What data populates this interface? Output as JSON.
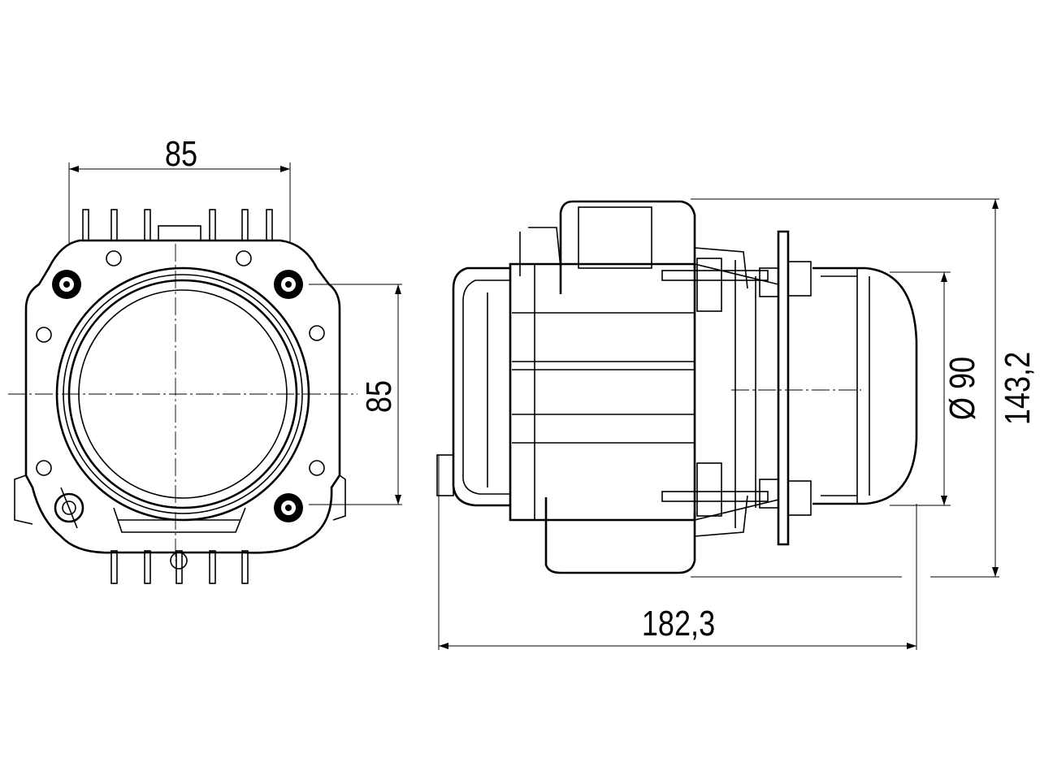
{
  "front_view": {
    "width_label": "85",
    "height_label": "85"
  },
  "side_view": {
    "diameter_label": "Ø 90",
    "height_label": "143,2",
    "length_label": "182,3"
  }
}
